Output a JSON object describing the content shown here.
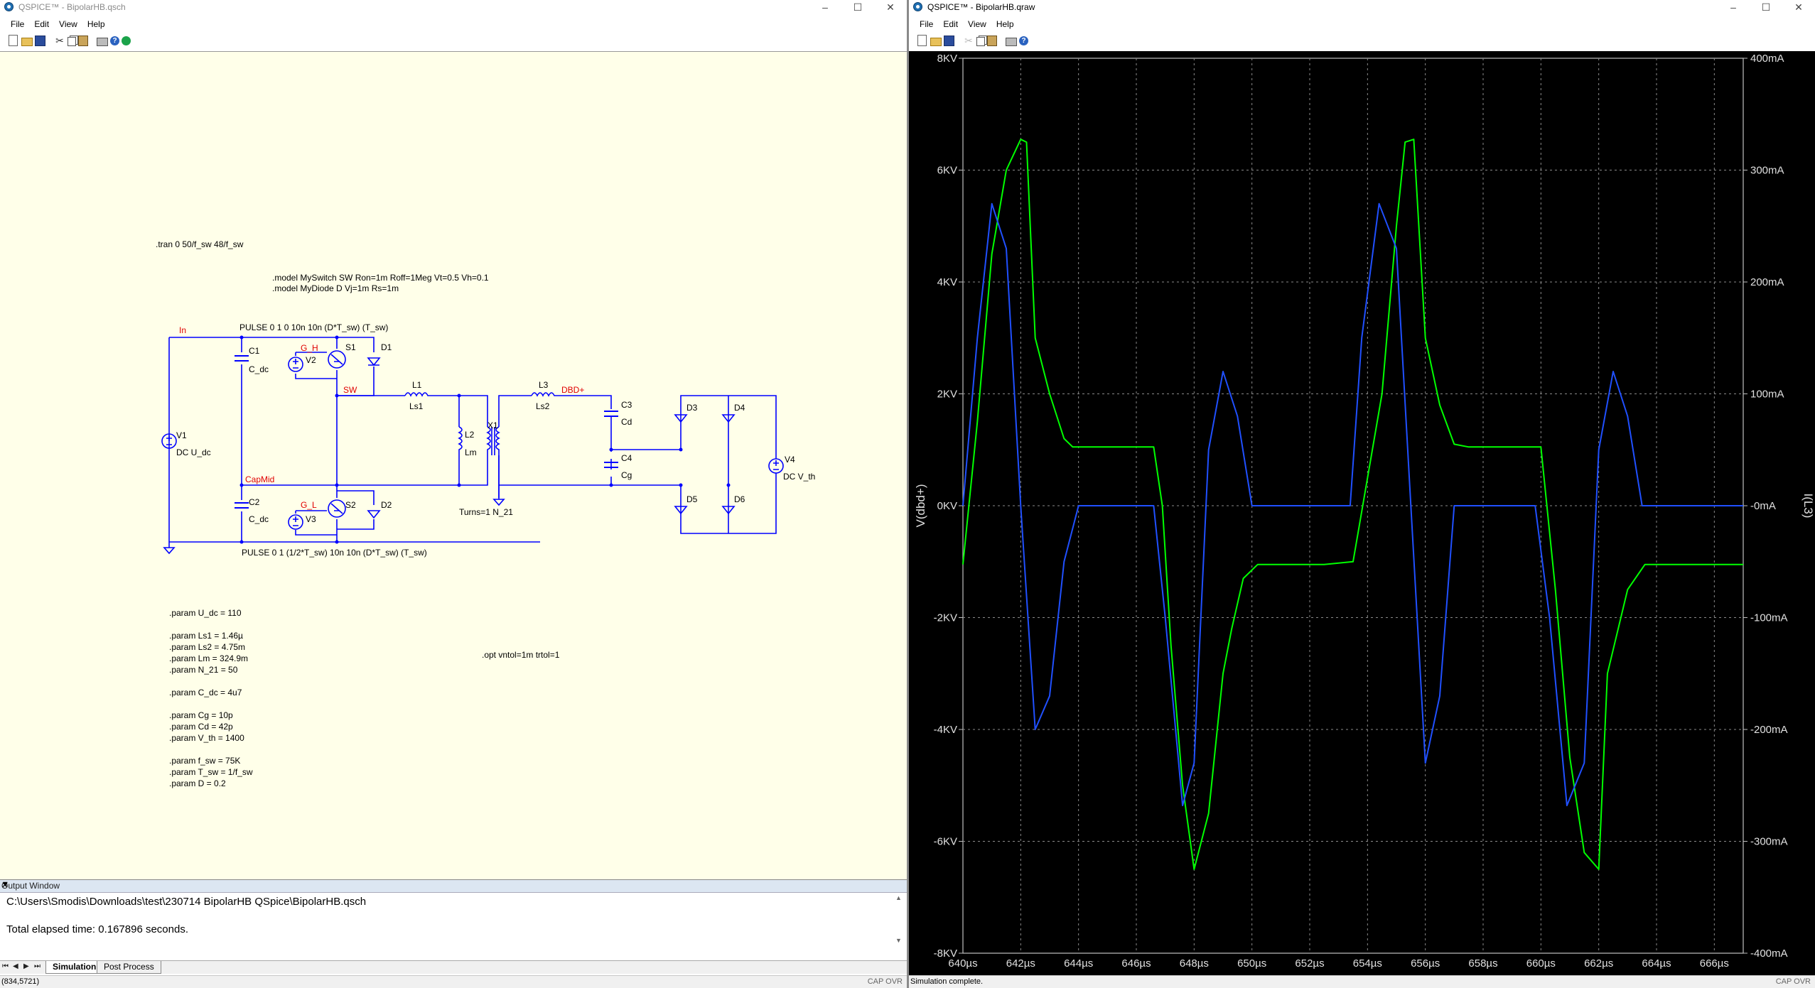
{
  "left_window": {
    "title": "QSPICE™ - BipolarHB.qsch",
    "menu": [
      "File",
      "Edit",
      "View",
      "Help"
    ],
    "schematic": {
      "directives": {
        "tran": ".tran 0 50/f_sw 48/f_sw",
        "model_switch": ".model MySwitch SW Ron=1m Roff=1Meg Vt=0.5 Vh=0.1",
        "model_diode": ".model MyDiode D Vj=1m Rs=1m",
        "opt": ".opt vntol=1m trtol=1"
      },
      "params": [
        ".param U_dc = 110",
        ".param Ls1 = 1.46µ",
        ".param Ls2 = 4.75m",
        ".param Lm = 324.9m",
        ".param N_21 = 50",
        ".param C_dc = 4u7",
        ".param Cg = 10p",
        ".param Cd = 42p",
        ".param V_th = 1400",
        ".param f_sw = 75K",
        ".param T_sw = 1/f_sw",
        ".param D = 0.2"
      ],
      "pulse_top": "PULSE 0 1 0 10n 10n (D*T_sw) (T_sw)",
      "pulse_bottom": "PULSE 0 1 (1/2*T_sw) 10n 10n (D*T_sw) (T_sw)",
      "net_labels": {
        "in": "In",
        "g_h": "G_H",
        "g_l": "G_L",
        "sw": "SW",
        "capmid": "CapMid",
        "dbd": "DBD+"
      },
      "components": {
        "v1": "V1",
        "v1_val": "DC U_dc",
        "c1": "C1",
        "c1_val": "C_dc",
        "c2": "C2",
        "c2_val": "C_dc",
        "v2": "V2",
        "v3": "V3",
        "s1": "S1",
        "s2": "S2",
        "d1": "D1",
        "d2": "D2",
        "l1": "L1",
        "l1_val": "Ls1",
        "l2": "L2",
        "l2_val": "Lm",
        "x1": "X1",
        "turns": "Turns=1 N_21",
        "l3": "L3",
        "l3_val": "Ls2",
        "c3": "C3",
        "c3_val": "Cd",
        "c4": "C4",
        "c4_val": "Cg",
        "d3": "D3",
        "d4": "D4",
        "d5": "D5",
        "d6": "D6",
        "v4": "V4",
        "v4_val": "DC V_th"
      }
    },
    "output_window": {
      "header": "Output Window",
      "lines": [
        "C:\\Users\\Smodis\\Downloads\\test\\230714 BipolarHB QSpice\\BipolarHB.qsch",
        "Total elapsed time: 0.167896 seconds."
      ]
    },
    "tabs": [
      "Simulation",
      "Post Process"
    ],
    "status_left": "(834,5721)",
    "status_right": "CAP OVR"
  },
  "right_window": {
    "title": "QSPICE™ - BipolarHB.qraw",
    "menu": [
      "File",
      "Edit",
      "View",
      "Help"
    ],
    "status_left": "Simulation complete.",
    "status_right": "CAP OVR"
  },
  "colors": {
    "voltage_trace": "#00ff00",
    "current_trace": "#2050ff",
    "wire": "#0000ff",
    "net_label": "#e00000",
    "schematic_bg": "#ffffe9"
  },
  "chart_data": {
    "type": "line",
    "xlabel": "",
    "x_ticks": [
      "640µs",
      "642µs",
      "644µs",
      "646µs",
      "648µs",
      "650µs",
      "652µs",
      "654µs",
      "656µs",
      "658µs",
      "660µs",
      "662µs",
      "664µs",
      "666µs"
    ],
    "xlim": [
      640,
      667
    ],
    "y_left_label": "V(dbd+)",
    "y_left_ticks": [
      "8KV",
      "6KV",
      "4KV",
      "2KV",
      "0KV",
      "-2KV",
      "-4KV",
      "-6KV",
      "-8KV"
    ],
    "y_left_lim": [
      -8000,
      8000
    ],
    "y_right_label": "I(L3)",
    "y_right_ticks": [
      "400mA",
      "300mA",
      "200mA",
      "100mA",
      "-0mA",
      "-100mA",
      "-200mA",
      "-300mA",
      "-400mA"
    ],
    "y_right_lim": [
      -400,
      400
    ],
    "grid": true,
    "series": [
      {
        "name": "V(dbd+)",
        "axis": "left",
        "x": [
          640.0,
          640.5,
          641.0,
          641.5,
          642.0,
          642.2,
          642.5,
          643.0,
          643.5,
          643.8,
          644.5,
          645.5,
          646.6,
          646.9,
          647.2,
          647.6,
          648.0,
          648.5,
          649.0,
          649.3,
          649.7,
          650.2,
          650.8,
          651.5,
          652.5,
          653.5,
          654.5,
          655.0,
          655.3,
          655.6,
          656.0,
          656.5,
          657.0,
          657.5,
          659.0,
          660.0,
          660.5,
          661.0,
          661.5,
          662.0,
          662.3,
          663.0,
          663.6,
          664.5,
          666.0,
          667.0
        ],
        "y": [
          -1050,
          1500,
          4500,
          6000,
          6550,
          6500,
          3000,
          2000,
          1200,
          1050,
          1050,
          1050,
          1050,
          0,
          -2500,
          -5000,
          -6500,
          -5500,
          -3000,
          -2200,
          -1300,
          -1050,
          -1050,
          -1050,
          -1050,
          -1000,
          2000,
          5000,
          6500,
          6550,
          3000,
          1800,
          1100,
          1050,
          1050,
          1050,
          -1500,
          -4500,
          -6200,
          -6500,
          -3000,
          -1500,
          -1050,
          -1050,
          -1050,
          -1050
        ]
      },
      {
        "name": "I(L3)",
        "axis": "right",
        "x": [
          640.0,
          640.5,
          641.0,
          641.5,
          642.0,
          642.5,
          643.0,
          643.5,
          644.0,
          645.5,
          646.6,
          647.0,
          647.6,
          648.0,
          648.5,
          649.0,
          649.5,
          650.0,
          650.5,
          652.0,
          653.4,
          653.8,
          654.4,
          655.0,
          655.5,
          656.0,
          656.5,
          657.0,
          658.5,
          659.8,
          660.3,
          660.9,
          661.5,
          662.0,
          662.5,
          663.0,
          663.5,
          664.5,
          667.0
        ],
        "y": [
          0,
          150,
          270,
          230,
          0,
          -200,
          -170,
          -50,
          0,
          0,
          0,
          -100,
          -268,
          -230,
          50,
          120,
          80,
          0,
          0,
          0,
          0,
          150,
          270,
          230,
          0,
          -230,
          -170,
          0,
          0,
          0,
          -100,
          -268,
          -230,
          50,
          120,
          80,
          0,
          0,
          0
        ]
      }
    ]
  }
}
